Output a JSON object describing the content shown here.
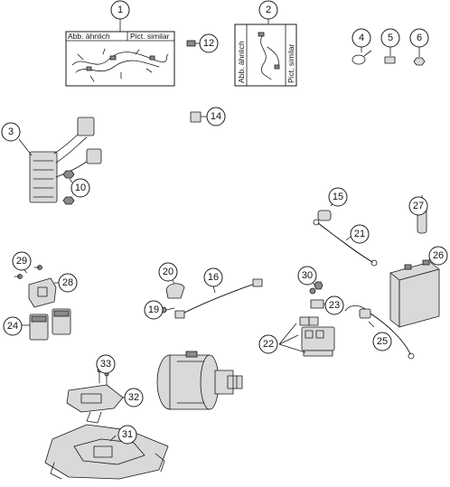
{
  "boxes": [
    {
      "id": "box-1",
      "left_caption": "Abb. ähnlich",
      "right_caption": "Pict. similar"
    },
    {
      "id": "box-2",
      "left_caption": "Abb. ähnlich",
      "right_caption": "Pict. similar"
    }
  ],
  "callouts": [
    "1",
    "2",
    "3",
    "4",
    "5",
    "6",
    "10",
    "12",
    "14",
    "15",
    "16",
    "19",
    "20",
    "21",
    "22",
    "23",
    "24",
    "25",
    "26",
    "27",
    "28",
    "29",
    "30",
    "31",
    "32",
    "33"
  ]
}
